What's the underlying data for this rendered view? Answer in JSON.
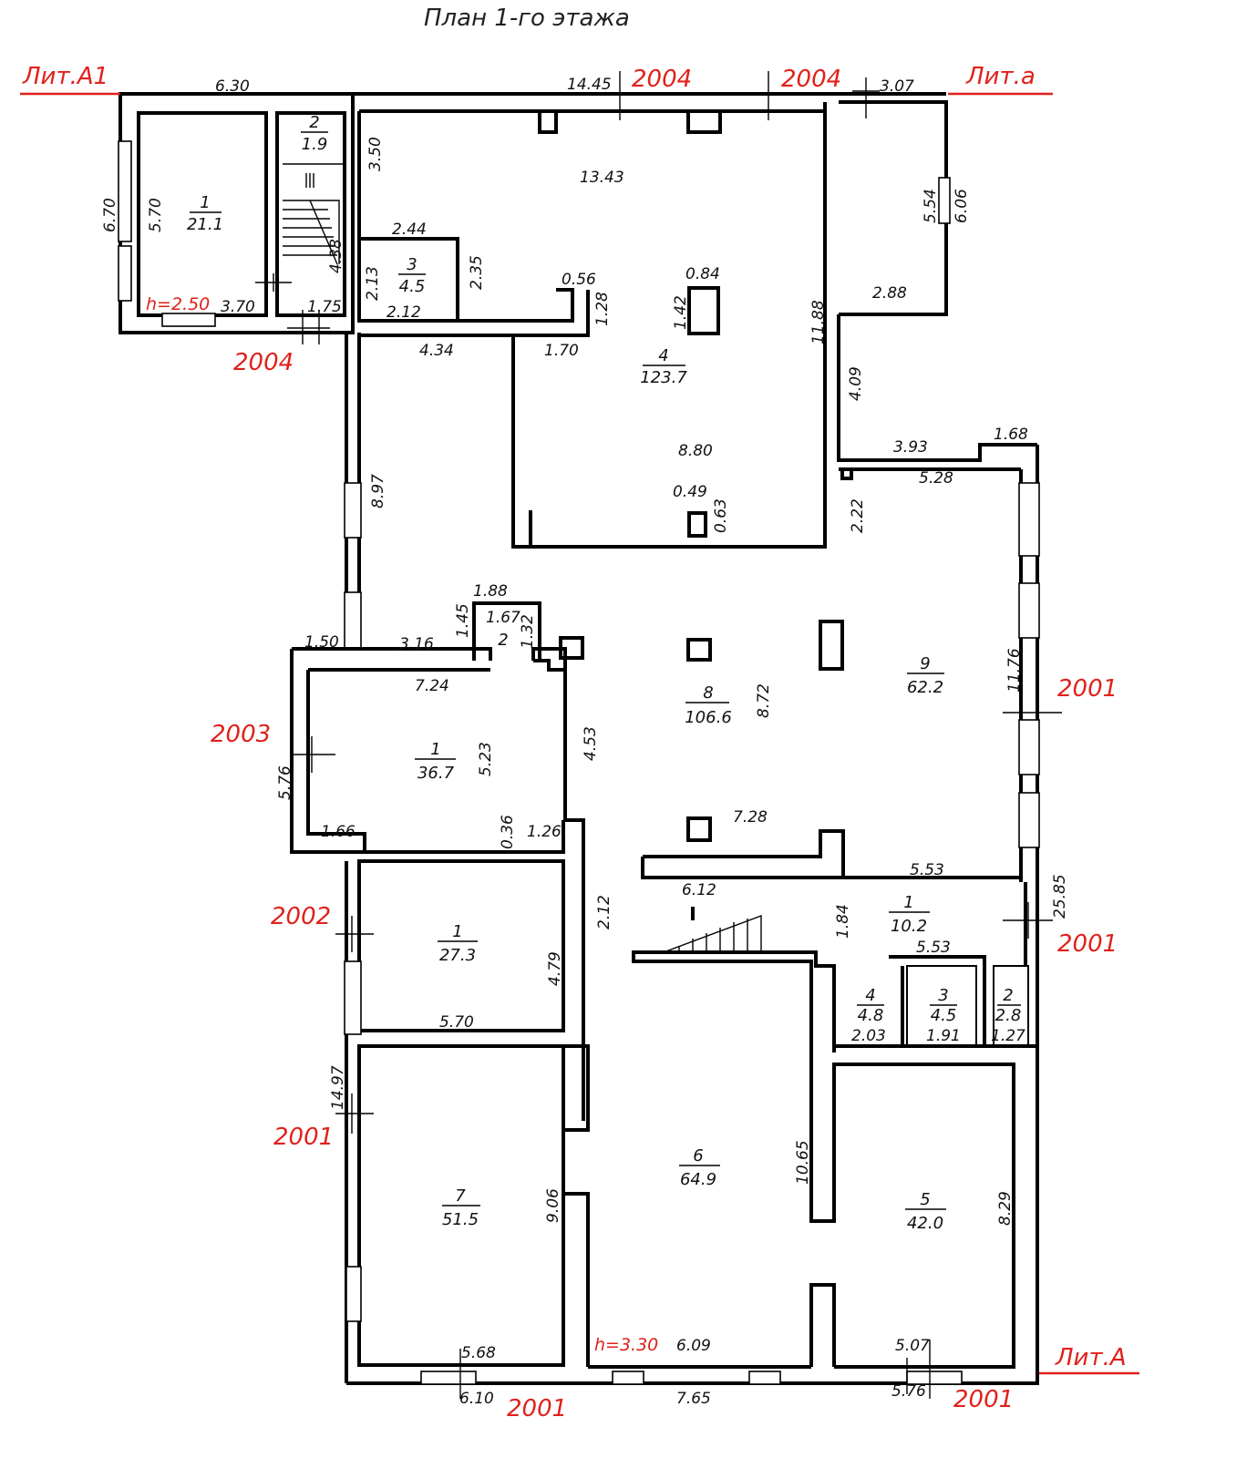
{
  "title": "План 1-го этажа",
  "lit_labels": {
    "a1": "Лит.А1",
    "a_small": "Лит.а",
    "a_main": "Лит.А"
  },
  "years": [
    "2004",
    "2004",
    "2004",
    "2003",
    "2002",
    "2001",
    "2001",
    "2001",
    "2001",
    "2001"
  ],
  "heights": {
    "lit_a1": "h=2.50",
    "main": "h=3.30"
  },
  "rooms": [
    {
      "num": "1",
      "area": "21.1"
    },
    {
      "num": "2",
      "area": "1.9"
    },
    {
      "num": "3",
      "area": "4.5"
    },
    {
      "num": "4",
      "area": "123.7"
    },
    {
      "num": "8",
      "area": "106.6"
    },
    {
      "num": "9",
      "area": "62.2"
    },
    {
      "num": "1",
      "area": "36.7"
    },
    {
      "num": "2",
      "area": ""
    },
    {
      "num": "1",
      "area": "27.3"
    },
    {
      "num": "1",
      "area": "10.2"
    },
    {
      "num": "4",
      "area": "4.8"
    },
    {
      "num": "3",
      "area": "4.5"
    },
    {
      "num": "2",
      "area": "2.8"
    },
    {
      "num": "6",
      "area": "64.9"
    },
    {
      "num": "7",
      "area": "51.5"
    },
    {
      "num": "5",
      "area": "42.0"
    }
  ],
  "dimensions": [
    "6.30",
    "14.45",
    "3.07",
    "6.70",
    "5.70",
    "3.50",
    "4.38",
    "3.70",
    "1.75",
    "2.44",
    "2.35",
    "2.13",
    "2.12",
    "13.43",
    "0.56",
    "1.28",
    "0.84",
    "1.42",
    "1.70",
    "4.34",
    "11.88",
    "5.54",
    "6.06",
    "2.88",
    "4.09",
    "3.93",
    "1.68",
    "5.28",
    "8.80",
    "0.49",
    "0.63",
    "2.22",
    "8.97",
    "1.88",
    "1.67",
    "1.45",
    "1.32",
    "1.50",
    "3.16",
    "7.24",
    "5.23",
    "4.53",
    "8.72",
    "11.76",
    "5.76",
    "1.66",
    "0.36",
    "1.26",
    "7.28",
    "5.53",
    "6.12",
    "2.12",
    "1.84",
    "5.53",
    "25.85",
    "4.79",
    "5.70",
    "2.03",
    "1.91",
    "1.27",
    "14.97",
    "10.65",
    "9.06",
    "8.29",
    "5.68",
    "6.10",
    "6.09",
    "7.65",
    "5.07",
    "5.76"
  ]
}
